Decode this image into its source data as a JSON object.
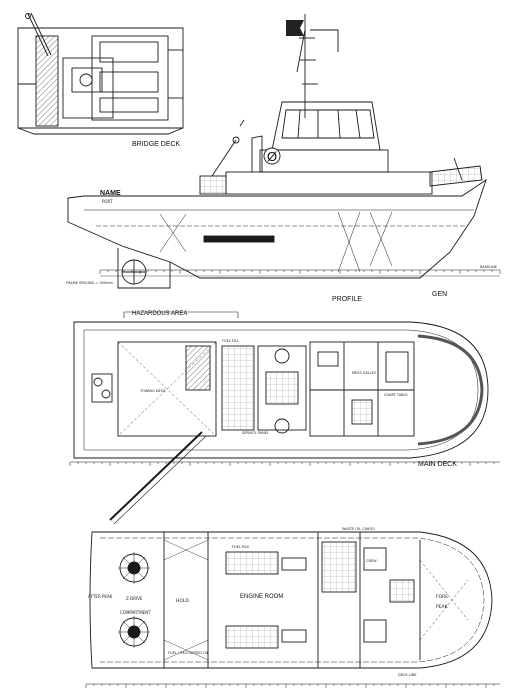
{
  "views": {
    "bridge_deck": {
      "title": "BRIDGE DECK"
    },
    "profile": {
      "title": "PROFILE",
      "name_plate": "NAME",
      "port_plate": "PORT",
      "baseline_label": "BASELINE",
      "gen_label": "GEN",
      "funnel_symbol": "Ø",
      "frame_spacing_label": "FRAME SPACING = 500mm"
    },
    "main_deck": {
      "title": "MAIN DECK",
      "hazardous_area": "HAZARDOUS AREA",
      "towing_deck": "TOWING DECK",
      "service_panel": "SERVICE PANEL",
      "mess_galley": "MESS GALLEY",
      "fuel_fill": "FUEL FILL",
      "chart_table": "CHART TABLE"
    },
    "lower_deck": {
      "engine_room": "ENGINE ROOM",
      "z_drive": "Z-DRIVE",
      "hold": "HOLD",
      "after_peak": "AFTER PEAK",
      "compartment": "COMPARTMENT",
      "fore_peak": "PEAK",
      "fore_label": "FORE",
      "waste_oil": "WASTE OIL CARGO",
      "fuel_tank": "FUEL P&S",
      "fuel_recovered": "FUEL / RECOVERED OIL",
      "crew": "CREW",
      "deck_line": "DECK LINE"
    }
  },
  "colors": {
    "line": "#1a1a1a",
    "flag": "#222222"
  }
}
